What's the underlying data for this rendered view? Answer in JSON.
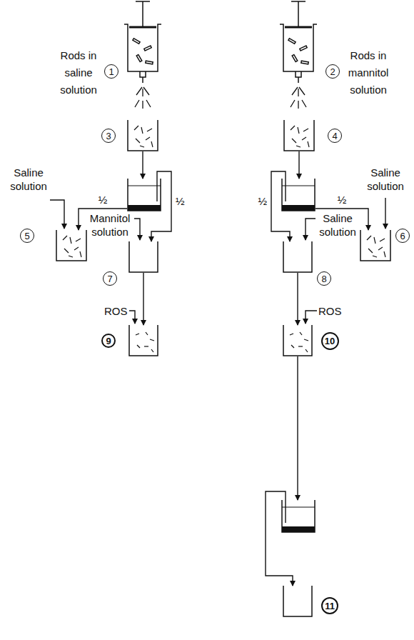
{
  "diagram": {
    "nodes": [
      {
        "text": [
          "1",
          "Rods in saline solution"
        ]
      },
      {
        "text": [
          "2",
          "Rods in mannitol solution"
        ]
      },
      {
        "text": [
          "3"
        ]
      },
      {
        "text": [
          "4"
        ]
      },
      {
        "text": []
      },
      {
        "text": []
      },
      {
        "text": [
          "5"
        ]
      },
      {
        "text": [
          "6"
        ]
      },
      {
        "text": [
          "7"
        ]
      },
      {
        "text": [
          "8"
        ]
      },
      {
        "text": [
          "9"
        ]
      },
      {
        "text": [
          "10"
        ]
      },
      {
        "text": []
      },
      {
        "text": [
          "11"
        ]
      }
    ],
    "edges": [
      {
        "from": 2,
        "to": 4,
        "arrow": "to"
      },
      {
        "from": 3,
        "to": 5,
        "arrow": "to"
      },
      {
        "from": 4,
        "to": 6,
        "label": "½",
        "arrow": "to"
      },
      {
        "from": 4,
        "to": 8,
        "label": "½",
        "arrow": "to"
      },
      {
        "from": 5,
        "to": 9,
        "label": "½",
        "arrow": "to"
      },
      {
        "from": 5,
        "to": 7,
        "label": "½",
        "arrow": "to"
      },
      {
        "from": 8,
        "to": 10,
        "arrow": "to"
      },
      {
        "from": 9,
        "to": 11,
        "arrow": "to"
      },
      {
        "from": 11,
        "to": 12,
        "arrow": "to"
      },
      {
        "from": 12,
        "to": 13,
        "arrow": "to"
      }
    ],
    "labels": [
      "Saline solution",
      "Saline solution",
      "Mannitol solution",
      "Saline solution",
      "ROS",
      "ROS"
    ]
  }
}
